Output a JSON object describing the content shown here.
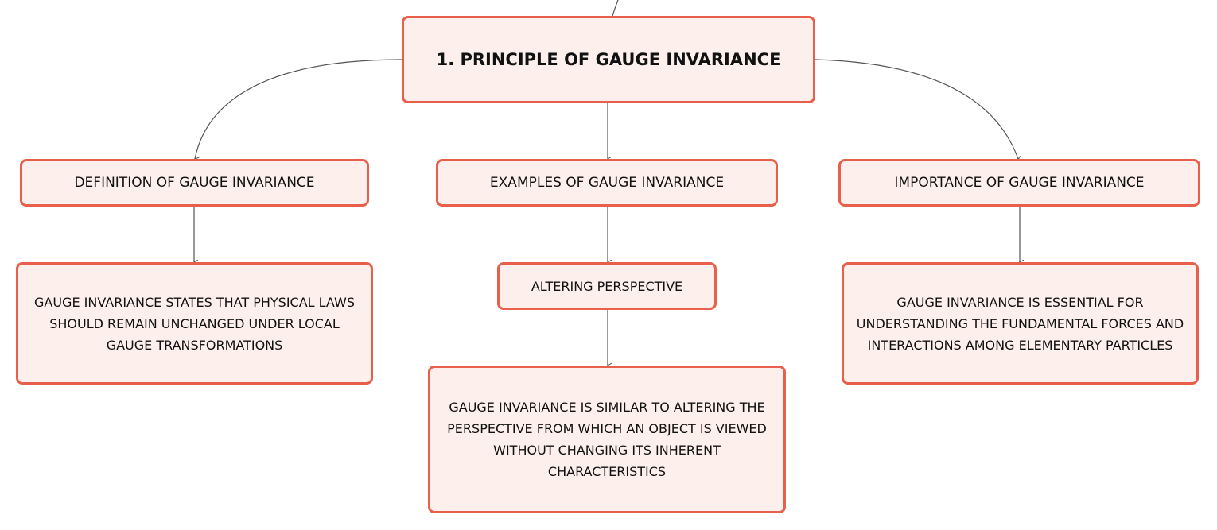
{
  "mindmap": {
    "root": {
      "label": "1. PRINCIPLE OF GAUGE INVARIANCE"
    },
    "branches": [
      {
        "label": "DEFINITION OF GAUGE INVARIANCE",
        "detail": "GAUGE INVARIANCE STATES THAT PHYSICAL LAWS SHOULD REMAIN UNCHANGED UNDER LOCAL GAUGE TRANSFORMATIONS"
      },
      {
        "label": "EXAMPLES OF GAUGE INVARIANCE",
        "sub_label": "ALTERING PERSPECTIVE",
        "detail": "GAUGE INVARIANCE IS SIMILAR TO ALTERING THE PERSPECTIVE FROM WHICH AN OBJECT IS VIEWED WITHOUT CHANGING ITS INHERENT CHARACTERISTICS"
      },
      {
        "label": "IMPORTANCE OF GAUGE INVARIANCE",
        "detail": "GAUGE INVARIANCE IS ESSENTIAL FOR UNDERSTANDING THE FUNDAMENTAL FORCES AND INTERACTIONS AMONG ELEMENTARY PARTICLES"
      }
    ]
  },
  "colors": {
    "node_border": "#e8604c",
    "node_fill": "#fdf0ec",
    "connector": "#555555",
    "text": "#111111"
  }
}
